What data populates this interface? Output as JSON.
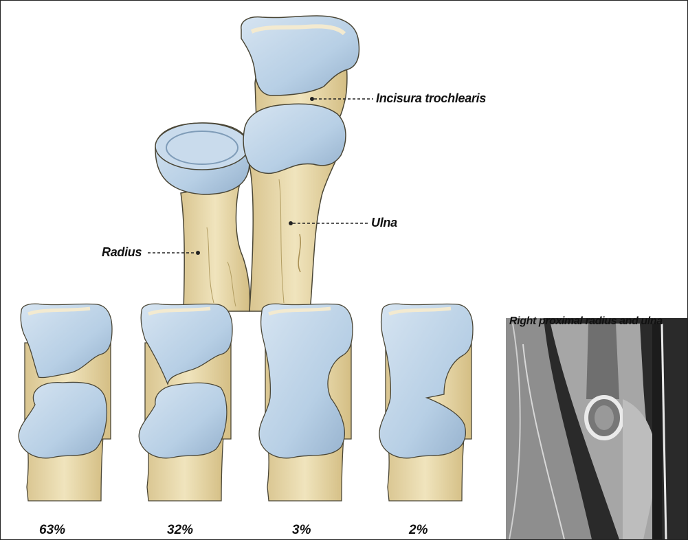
{
  "labels": {
    "incisura": "Incisura trochlearis",
    "ulna": "Ulna",
    "radius": "Radius"
  },
  "variants": [
    {
      "percent": "63%"
    },
    {
      "percent": "32%"
    },
    {
      "percent": "3%"
    },
    {
      "percent": "2%"
    }
  ],
  "mri": {
    "title": "Right proximal radius and ulna"
  },
  "colors": {
    "bone": "#eadcae",
    "bone_dark": "#c9b47a",
    "cartilage": "#bcd3e8",
    "cartilage_dark": "#7f9cb8",
    "outline": "#4a4636"
  }
}
